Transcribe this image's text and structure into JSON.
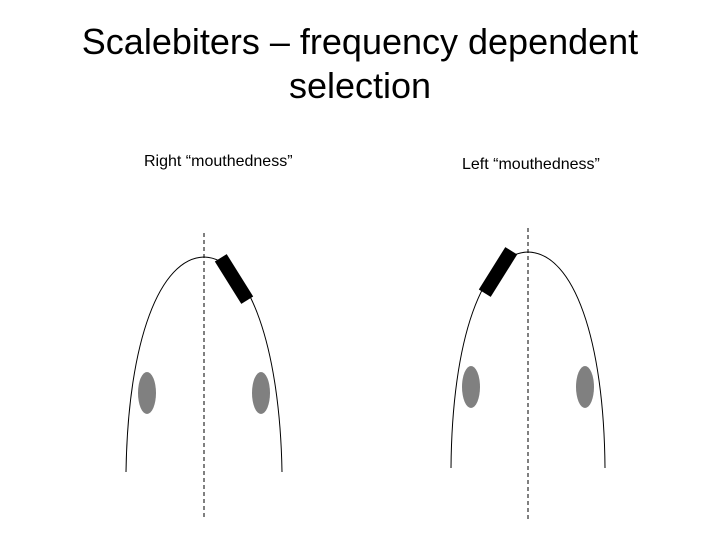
{
  "title": {
    "line1": "Scalebiters – frequency dependent",
    "line2": "selection"
  },
  "panels": [
    {
      "label": "Right “mouthedness”",
      "mouth_side": "right"
    },
    {
      "label": "Left “mouthedness”",
      "mouth_side": "left"
    }
  ],
  "colors": {
    "outline": "#000000",
    "mouth": "#000000",
    "eye": "#808080",
    "axis": "#000000"
  }
}
